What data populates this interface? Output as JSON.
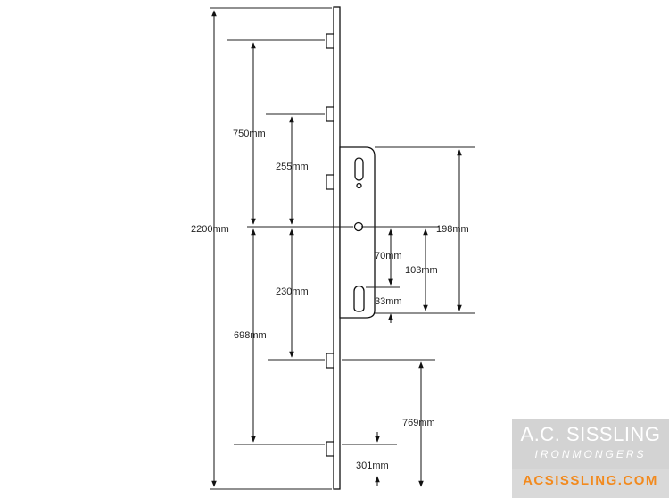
{
  "dimensions": {
    "overall": "2200mm",
    "top_hook_upper": "750mm",
    "top_hook_lower": "255mm",
    "backset_total": "198mm",
    "lower_upper": "230mm",
    "lower_long": "698mm",
    "lock_70": "70mm",
    "lock_103": "103mm",
    "lock_33": "33mm",
    "bottom_769": "769mm",
    "bottom_301": "301mm"
  },
  "logo": {
    "name": "A.C. SISSLING",
    "subtitle": "IRONMONGERS",
    "website": "ACSISSLING.COM"
  }
}
